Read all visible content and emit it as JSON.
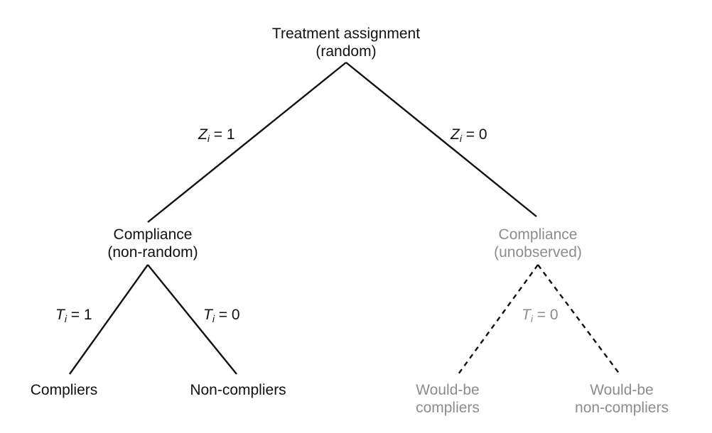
{
  "root": {
    "line1": "Treatment assignment",
    "line2": "(random)"
  },
  "branches": {
    "left": {
      "var": "Z",
      "sub": "i",
      "rest": " = 1"
    },
    "right": {
      "var": "Z",
      "sub": "i",
      "rest": " = 0"
    }
  },
  "left_node": {
    "line1": "Compliance",
    "line2": "(non-random)"
  },
  "right_node": {
    "line1": "Compliance",
    "line2": "(unobserved)"
  },
  "left_sub_branches": {
    "left": {
      "var": "T",
      "sub": "i",
      "rest": " = 1"
    },
    "right": {
      "var": "T",
      "sub": "i",
      "rest": " = 0"
    }
  },
  "right_sub_branch": {
    "var": "T",
    "sub": "i",
    "rest": " = 0"
  },
  "leaves": {
    "compliers": "Compliers",
    "non_compliers": "Non-compliers",
    "would_be_compliers": {
      "line1": "Would-be",
      "line2": "compliers"
    },
    "would_be_non_compliers": {
      "line1": "Would-be",
      "line2": "non-compliers"
    }
  },
  "colors": {
    "observed": "#111111",
    "unobserved": "#8c8c8c"
  }
}
